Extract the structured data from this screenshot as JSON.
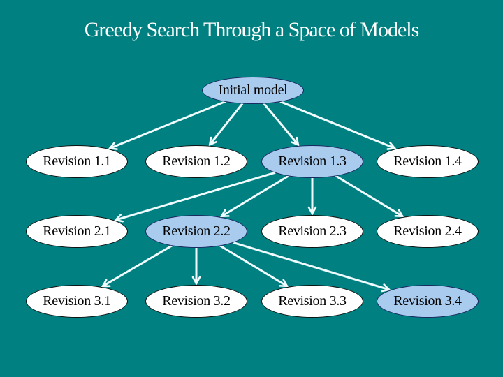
{
  "slide": {
    "title": "Greedy Search Through a Space of Models"
  },
  "colors": {
    "background": "#008080",
    "node_fill_default": "#ffffff",
    "node_fill_highlight": "#a8cbee",
    "node_border_default": "#101010",
    "node_border_highlight": "#1c2560",
    "arrow": "#f0fcff",
    "title_text": "#ffffff",
    "node_text": "#000000"
  },
  "diagram": {
    "type": "tree",
    "root": {
      "id": "initial",
      "label": "Initial model",
      "highlighted": true
    },
    "rows": [
      {
        "nodes": [
          {
            "id": "r11",
            "label": "Revision 1.1",
            "highlighted": false
          },
          {
            "id": "r12",
            "label": "Revision 1.2",
            "highlighted": false
          },
          {
            "id": "r13",
            "label": "Revision 1.3",
            "highlighted": true
          },
          {
            "id": "r14",
            "label": "Revision 1.4",
            "highlighted": false
          }
        ]
      },
      {
        "nodes": [
          {
            "id": "r21",
            "label": "Revision 2.1",
            "highlighted": false
          },
          {
            "id": "r22",
            "label": "Revision 2.2",
            "highlighted": true
          },
          {
            "id": "r23",
            "label": "Revision 2.3",
            "highlighted": false
          },
          {
            "id": "r24",
            "label": "Revision 2.4",
            "highlighted": false
          }
        ]
      },
      {
        "nodes": [
          {
            "id": "r31",
            "label": "Revision 3.1",
            "highlighted": false
          },
          {
            "id": "r32",
            "label": "Revision 3.2",
            "highlighted": false
          },
          {
            "id": "r33",
            "label": "Revision 3.3",
            "highlighted": false
          },
          {
            "id": "r34",
            "label": "Revision 3.4",
            "highlighted": true
          }
        ]
      }
    ],
    "edges": [
      {
        "from": "initial",
        "to": "r11"
      },
      {
        "from": "initial",
        "to": "r12"
      },
      {
        "from": "initial",
        "to": "r13"
      },
      {
        "from": "initial",
        "to": "r14"
      },
      {
        "from": "r13",
        "to": "r21"
      },
      {
        "from": "r13",
        "to": "r22"
      },
      {
        "from": "r13",
        "to": "r23"
      },
      {
        "from": "r13",
        "to": "r24"
      },
      {
        "from": "r22",
        "to": "r31"
      },
      {
        "from": "r22",
        "to": "r32"
      },
      {
        "from": "r22",
        "to": "r33"
      },
      {
        "from": "r22",
        "to": "r34"
      }
    ]
  }
}
